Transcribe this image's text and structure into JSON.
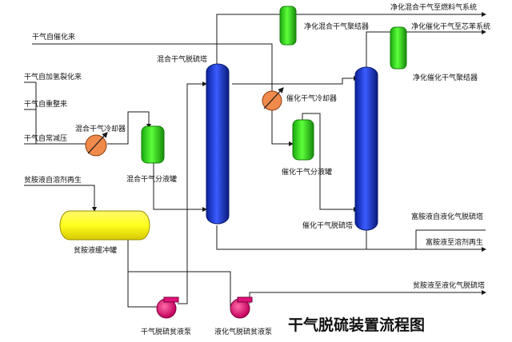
{
  "title": "干气脱硫装置流程图",
  "streams": {
    "from_catalytic": "干气自催化来",
    "from_hydrocracking": "干气自加氢裂化来",
    "from_reformer": "干气自重整来",
    "from_vacuum": "干气自常减压",
    "lean_amine_in": "贫胺液自溶剂再生",
    "out_mixed_fuel": "净化混合干气至燃料气系统",
    "out_catalytic": "净化催化干气至芯苯系统",
    "rich_to_lpg": "富胺液自液化气脱硫塔",
    "rich_to_regen": "富胺液至溶剂再生",
    "lean_to_lpg": "贫胺液至液化气脱硫塔"
  },
  "equipment": {
    "mixed_cooler": "混合干气冷却器",
    "mixed_ko_drum": "混合干气分液罐",
    "mixed_absorber": "混合干气脱硫塔",
    "mixed_coalescer": "净化混合干气聚结器",
    "cat_cooler": "催化干气冷却器",
    "cat_ko_drum": "催化干气分液罐",
    "cat_absorber": "催化干气脱硫塔",
    "cat_coalescer": "净化催化干气聚结器",
    "amine_surge_tank": "贫胺液缓冲罐",
    "dry_gas_pump": "干气脱硫贫液泵",
    "lpg_pump": "液化气脱硫贫液泵"
  },
  "colors": {
    "column": "#1e3fe0",
    "vessel": "#33e61a",
    "tank": "#ffff1e",
    "pump": "#e0127a",
    "cooler": "#f08a4b"
  }
}
